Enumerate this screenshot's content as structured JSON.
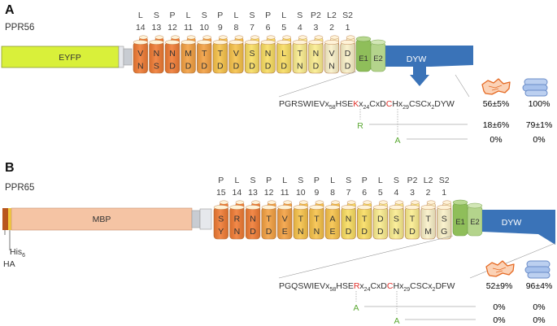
{
  "panels": [
    {
      "letter": "A",
      "name": "PPR56",
      "tag_label": "EYFP",
      "top_labels": [
        {
          "a": "L",
          "b": "14"
        },
        {
          "a": "S",
          "b": "13"
        },
        {
          "a": "P",
          "b": "12"
        },
        {
          "a": "L",
          "b": "11"
        },
        {
          "a": "S",
          "b": "10"
        },
        {
          "a": "P",
          "b": "9"
        },
        {
          "a": "L",
          "b": "8"
        },
        {
          "a": "S",
          "b": "7"
        },
        {
          "a": "P",
          "b": "6"
        },
        {
          "a": "L",
          "b": "5"
        },
        {
          "a": "S",
          "b": "4"
        },
        {
          "a": "P2",
          "b": "3"
        },
        {
          "a": "L2",
          "b": "2"
        },
        {
          "a": "S2",
          "b": "1"
        }
      ],
      "codes": [
        {
          "c5": "V",
          "cL": "N"
        },
        {
          "c5": "N",
          "cL": "S"
        },
        {
          "c5": "N",
          "cL": "D"
        },
        {
          "c5": "M",
          "cL": "D"
        },
        {
          "c5": "T",
          "cL": "D"
        },
        {
          "c5": "T",
          "cL": "D"
        },
        {
          "c5": "V",
          "cL": "D"
        },
        {
          "c5": "S",
          "cL": "D"
        },
        {
          "c5": "N",
          "cL": "D"
        },
        {
          "c5": "L",
          "cL": "D"
        },
        {
          "c5": "T",
          "cL": "N"
        },
        {
          "c5": "N",
          "cL": "D"
        },
        {
          "c5": "V",
          "cL": "N"
        },
        {
          "c5": "D",
          "cL": "D"
        }
      ],
      "domains": {
        "e1": "E1",
        "e2": "E2",
        "dyw": "DYW"
      },
      "motif": {
        "pre": "PGRSWIEVx",
        "s1": "58",
        "mid": "HSE",
        "hl": "K",
        "post": "x",
        "s2": "24",
        "cx": "CxD",
        "hl2": "C",
        "hx": "Hx",
        "s3": "29",
        "csc": "CSCx",
        "s4": "2",
        "end": "DYW"
      },
      "mutants": [
        {
          "label": "R",
          "color": "#5aa832"
        },
        {
          "label": "A",
          "color": "#5aa832"
        }
      ],
      "values_left": [
        "56±5%",
        "18±6%",
        "0%"
      ],
      "values_right": [
        "100%",
        "79±1%",
        "0%"
      ]
    },
    {
      "letter": "B",
      "name": "PPR65",
      "tag_label": "MBP",
      "ha_label": "HA",
      "his_label": "His",
      "his_sub": "6",
      "top_labels": [
        {
          "a": "P",
          "b": "15"
        },
        {
          "a": "L",
          "b": "14"
        },
        {
          "a": "S",
          "b": "13"
        },
        {
          "a": "P",
          "b": "12"
        },
        {
          "a": "L",
          "b": "11"
        },
        {
          "a": "S",
          "b": "10"
        },
        {
          "a": "P",
          "b": "9"
        },
        {
          "a": "L",
          "b": "8"
        },
        {
          "a": "S",
          "b": "7"
        },
        {
          "a": "P",
          "b": "6"
        },
        {
          "a": "L",
          "b": "5"
        },
        {
          "a": "S",
          "b": "4"
        },
        {
          "a": "P2",
          "b": "3"
        },
        {
          "a": "L2",
          "b": "2"
        },
        {
          "a": "S2",
          "b": "1"
        }
      ],
      "codes": [
        {
          "c5": "S",
          "cL": "Y"
        },
        {
          "c5": "R",
          "cL": "N"
        },
        {
          "c5": "N",
          "cL": "D"
        },
        {
          "c5": "T",
          "cL": "D"
        },
        {
          "c5": "V",
          "cL": "E"
        },
        {
          "c5": "T",
          "cL": "N"
        },
        {
          "c5": "T",
          "cL": "N"
        },
        {
          "c5": "A",
          "cL": "E"
        },
        {
          "c5": "N",
          "cL": "D"
        },
        {
          "c5": "T",
          "cL": "D"
        },
        {
          "c5": "D",
          "cL": "D"
        },
        {
          "c5": "S",
          "cL": "N"
        },
        {
          "c5": "T",
          "cL": "D"
        },
        {
          "c5": "T",
          "cL": "M"
        },
        {
          "c5": "S",
          "cL": "G"
        }
      ],
      "domains": {
        "e1": "E1",
        "e2": "E2",
        "dyw": "DYW"
      },
      "motif": {
        "pre": "PGQSWIEVx",
        "s1": "58",
        "mid": "HSE",
        "hl": "R",
        "post": "x",
        "s2": "24",
        "cx": "CxD",
        "hl2": "C",
        "hx": "Hx",
        "s3": "29",
        "csc": "CSCx",
        "s4": "2",
        "end": "DFW"
      },
      "mutants": [
        {
          "label": "A",
          "color": "#5aa832"
        },
        {
          "label": "A",
          "color": "#5aa832"
        }
      ],
      "values_left": [
        "52±9%",
        "0%",
        "0%"
      ],
      "values_right": [
        "96±4%",
        "0%",
        "0%"
      ]
    }
  ],
  "colors": {
    "yfp": "#d9f03a",
    "mbp": "#f5c4a4",
    "ha": "#b8561e",
    "his": "#f0c83c",
    "linker": "#c8ccd2",
    "e_green": "#9cc46a",
    "dyw_blue": "#3a73b8",
    "red": "#e0302a",
    "green": "#5aa832",
    "helix_palette": [
      "#f07a32",
      "#f4a040",
      "#f7c248",
      "#f9dd60",
      "#fbed8e",
      "#faf1c8"
    ]
  },
  "icons": [
    "plant-cell-icon",
    "bacteria-icon"
  ]
}
